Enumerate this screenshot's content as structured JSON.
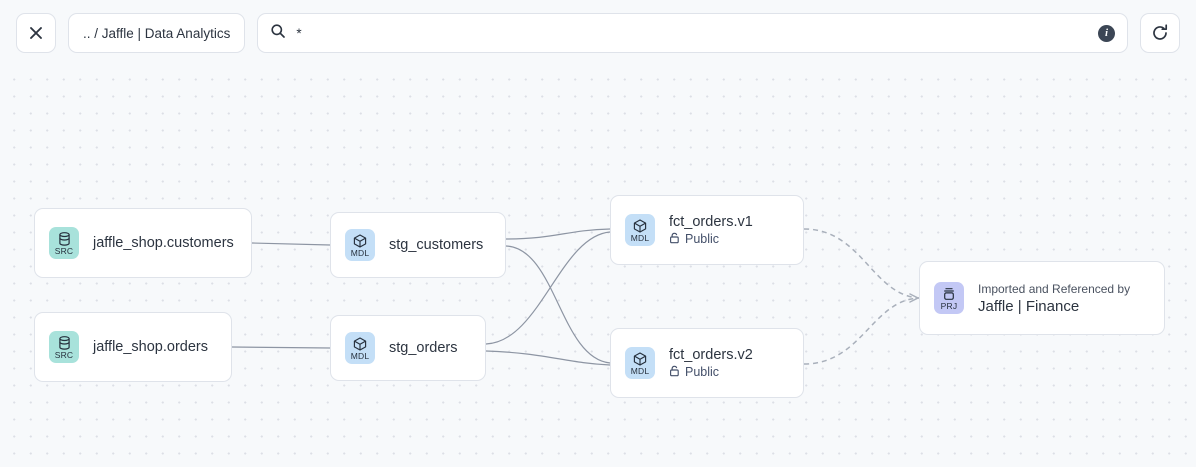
{
  "toolbar": {
    "close_label": "close-icon",
    "breadcrumb": ".. / Jaffle | Data Analytics",
    "search_value": "*",
    "search_placeholder": "",
    "info_label": "i",
    "refresh_label": "refresh-icon"
  },
  "graph": {
    "nodes": [
      {
        "id": "src-customers",
        "badge": "SRC",
        "badge_icon": "database-icon",
        "title": "jaffle_shop.customers",
        "subtitle": null,
        "pretitle": null
      },
      {
        "id": "src-orders",
        "badge": "SRC",
        "badge_icon": "database-icon",
        "title": "jaffle_shop.orders",
        "subtitle": null,
        "pretitle": null
      },
      {
        "id": "stg-customers",
        "badge": "MDL",
        "badge_icon": "cube-icon",
        "title": "stg_customers",
        "subtitle": null,
        "pretitle": null
      },
      {
        "id": "stg-orders",
        "badge": "MDL",
        "badge_icon": "cube-icon",
        "title": "stg_orders",
        "subtitle": null,
        "pretitle": null
      },
      {
        "id": "fct-v1",
        "badge": "MDL",
        "badge_icon": "cube-icon",
        "title": "fct_orders.v1",
        "subtitle": "Public",
        "subtitle_icon": "unlock-icon",
        "pretitle": null
      },
      {
        "id": "fct-v2",
        "badge": "MDL",
        "badge_icon": "cube-icon",
        "title": "fct_orders.v2",
        "subtitle": "Public",
        "subtitle_icon": "unlock-icon",
        "pretitle": null
      },
      {
        "id": "prj-finance",
        "badge": "PRJ",
        "badge_icon": "project-box-icon",
        "pretitle": "Imported and Referenced by",
        "title": "Jaffle | Finance",
        "subtitle": null
      }
    ]
  },
  "colors": {
    "canvas_bg": "#f7f9fb",
    "grid_dot": "#dcdfe6",
    "node_border": "#dfe3ea",
    "badge_src": "#a8e2db",
    "badge_mdl": "#c4dff7",
    "badge_prj": "#c3c8f5",
    "edge_solid": "#8d95a3",
    "edge_dashed": "#a9b0bb",
    "text": "#2c3440"
  }
}
